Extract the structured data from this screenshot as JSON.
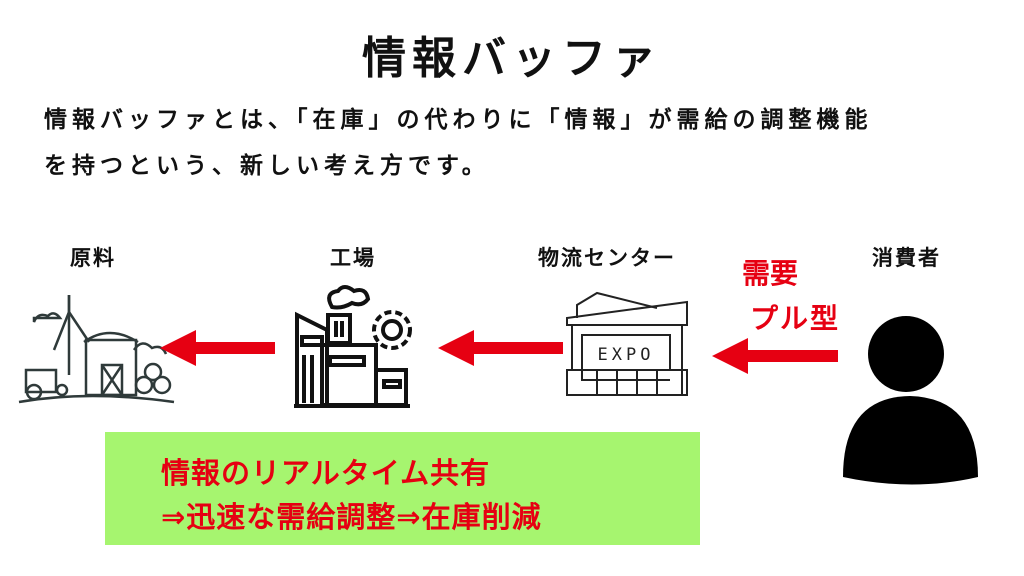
{
  "title": "情報バッファ",
  "intro": {
    "line1": "情報バッファとは、「在庫」の代わりに「情報」が需給の調整機能",
    "line2": "を持つという、新しい考え方です。"
  },
  "stages": [
    {
      "label": "原料",
      "icon": "farm-icon"
    },
    {
      "label": "工場",
      "icon": "factory-icon"
    },
    {
      "label": "物流センター",
      "icon": "warehouse-icon",
      "sign": "EXPO"
    },
    {
      "label": "消費者",
      "icon": "person-icon"
    }
  ],
  "demand": {
    "line1": "需要",
    "line2": "プル型"
  },
  "summary": {
    "line1": "情報のリアルタイム共有",
    "line2": "⇒迅速な需給調整⇒在庫削減"
  },
  "colors": {
    "accent": "#e60012",
    "box": "#a6f56f"
  }
}
